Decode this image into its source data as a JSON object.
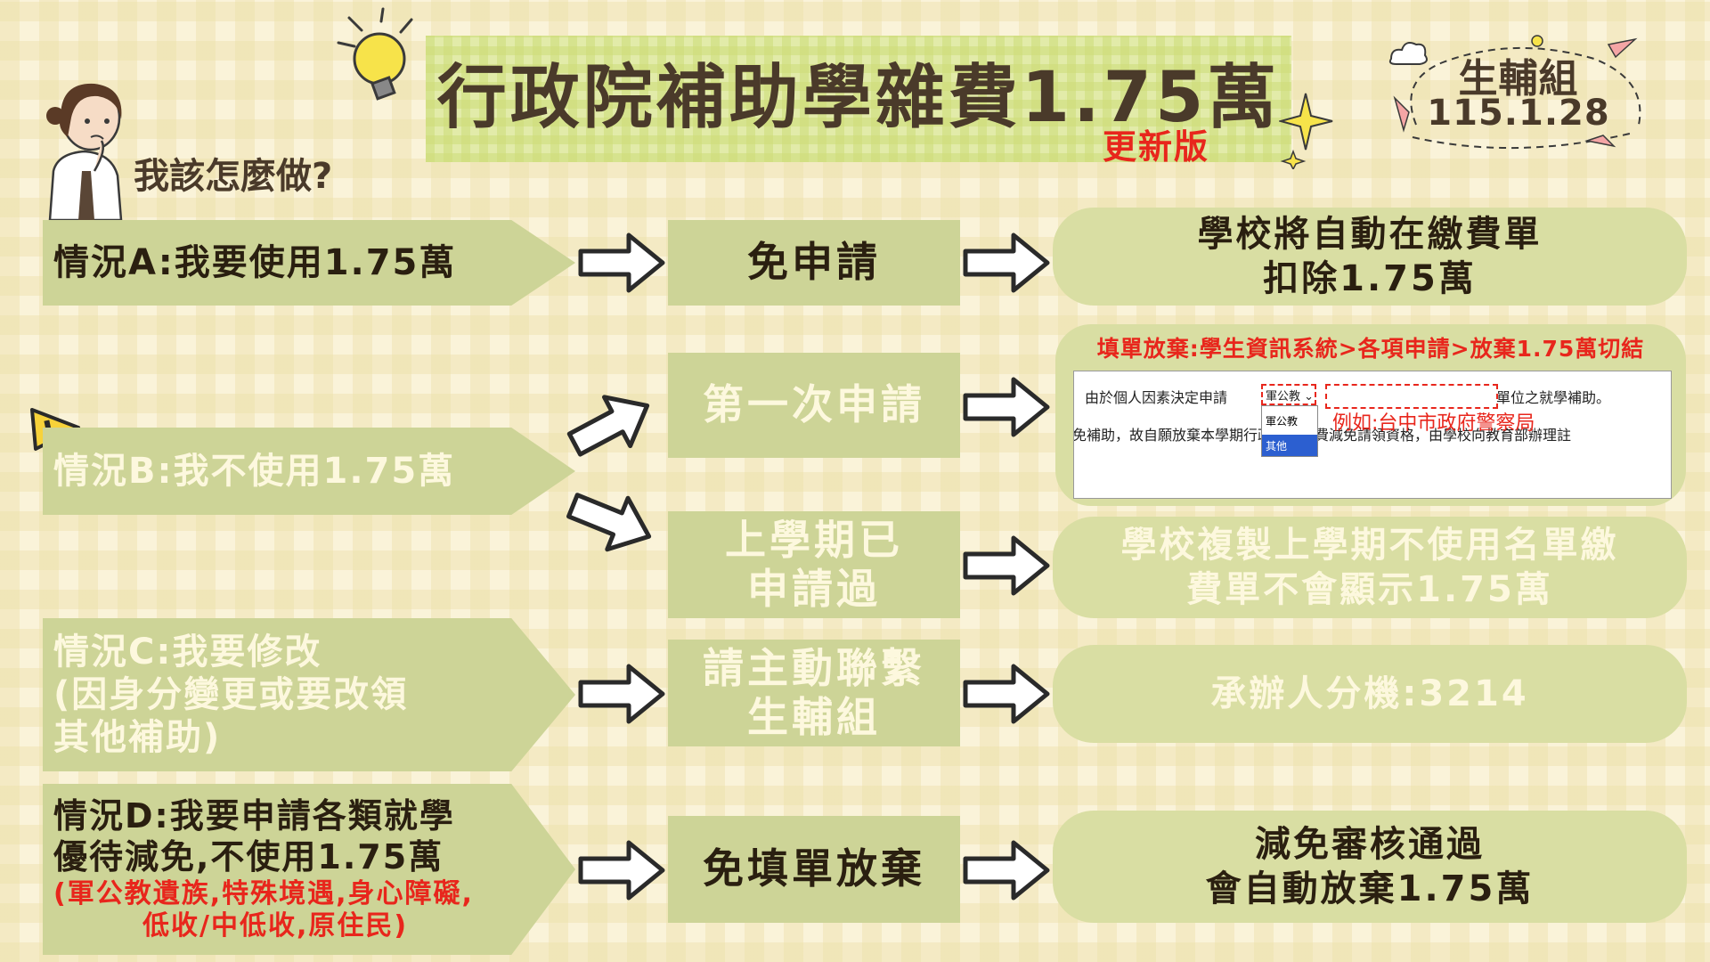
{
  "header": {
    "title": "行政院補助學雜費1.75萬",
    "subtitle": "更新版",
    "question": "我該怎麼做?",
    "org_tag": "生輔組",
    "date_tag": "115.1.28"
  },
  "colors": {
    "background": "#faf3d9",
    "card": "#cdd497",
    "card_round": "#d9dea3",
    "accent_red": "#e8261c",
    "text_dark": "#2a1f10",
    "text_light": "#fdf8de"
  },
  "cases": {
    "a": {
      "label": "情況A:我要使用1.75萬",
      "action": "免申請",
      "result_line1": "學校將自動在繳費單",
      "result_line2": "扣除1.75萬"
    },
    "b": {
      "label": "情況B:我不使用1.75萬",
      "first_action": "第一次申請",
      "first_result_header": "填單放棄:學生資訊系統>各項申請>放棄1.75萬切結",
      "form": {
        "line1_before": "由於個人因素決定申請",
        "dropdown_value": "軍公教 ⌄",
        "line1_after": "單位之就學補助。",
        "line2": "免補助，故自願放棄本學期行政院學雜費減免請領資格，由學校向教育部辦理註",
        "options": [
          "軍公教",
          "其他"
        ],
        "example": "例如:台中市政府警察局"
      },
      "second_action_line1": "上學期已",
      "second_action_line2": "申請過",
      "second_result_line1": "學校複製上學期不使用名單繳",
      "second_result_line2": "費單不會顯示1.75萬"
    },
    "c": {
      "label_line1": "情況C:我要修改",
      "label_line2": "(因身分變更或要改領",
      "label_line3": "其他補助)",
      "action_line1": "請主動聯繫",
      "action_line2": "生輔組",
      "result": "承辦人分機:3214"
    },
    "d": {
      "label_line1": "情況D:我要申請各類就學",
      "label_line2": "優待減免,不使用1.75萬",
      "note_line1": "(軍公教遺族,特殊境遇,身心障礙,",
      "note_line2": "低收/中低收,原住民)",
      "action": "免填單放棄",
      "result_line1": "減免審核通過",
      "result_line2": "會自動放棄1.75萬"
    }
  },
  "icons": [
    "lightbulb-icon",
    "thinking-girl-icon",
    "warning-icon",
    "sparkle-icon",
    "paper-plane-icon",
    "cloud-icon",
    "sun-icon",
    "arrow-right-icon"
  ]
}
